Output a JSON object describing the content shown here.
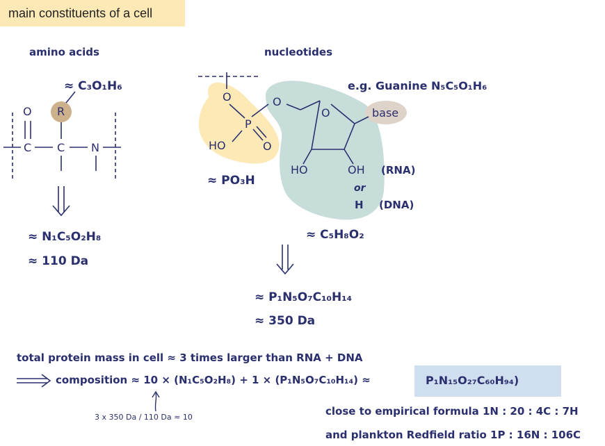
{
  "title": "main constituents of a cell",
  "amino": {
    "heading": "amino acids",
    "side_chain": "≈ C₃O₁H₆",
    "atom_o": "O",
    "atom_r": "R",
    "atom_c1": "C",
    "atom_c2": "C",
    "atom_n": "N",
    "formula": "≈ N₁C₅O₂H₈",
    "mass": "≈ 110 Da"
  },
  "nucleotides": {
    "heading": "nucleotides",
    "guanine": "e.g. Guanine N₅C₅O₁H₆",
    "base": "base",
    "atom_o_top": "O",
    "atom_o_link": "O",
    "atom_p": "P",
    "atom_ho": "HO",
    "atom_o_dbl": "O",
    "ring_o": "O",
    "ho_left": "HO",
    "oh_right": "OH",
    "rna": "(RNA)",
    "or": "or",
    "h": "H",
    "dna": "(DNA)",
    "phosphate": "≈ PO₃H",
    "sugar": "≈ C₅H₈O₂",
    "formula": "≈ P₁N₅O₇C₁₀H₁₄",
    "mass": "≈ 350 Da"
  },
  "summary": {
    "line1": "total protein mass in cell ≈  3 times larger than RNA + DNA",
    "composition": "composition ≈ 10 × (N₁C₅O₂H₈) + 1 × (P₁N₅O₇C₁₀H₁₄)  ≈",
    "result": "P₁N₁₅O₂₇C₆₀H₉₄)",
    "note": "3 x 350 Da / 110 Da ≈ 10",
    "empirical": "close to empirical formula 1N : 20 : 4C : 7H",
    "redfield": "and plankton Redfield ratio 1P : 16N : 106C"
  },
  "colors": {
    "ink": "#2a2f6e",
    "title_bg": "#fde9b6",
    "phosphate": "#fde9b6",
    "sugar": "#c7ddd9",
    "base": "#ddd3c8",
    "r_group": "#cdb08c",
    "highlight": "#cfdff0"
  }
}
